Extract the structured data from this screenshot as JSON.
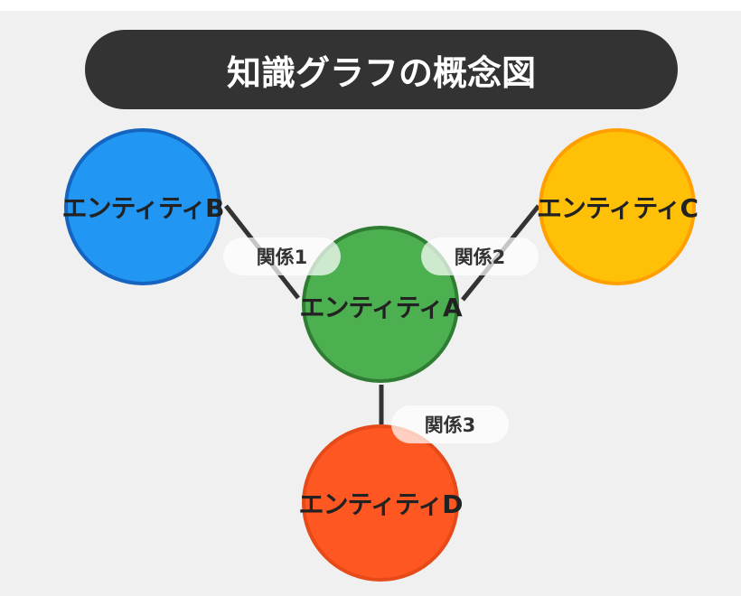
{
  "title": "知識グラフの概念図",
  "nodes": {
    "a": {
      "label": "エンティティA",
      "fill": "#4caf50",
      "stroke": "#2e7d32"
    },
    "b": {
      "label": "エンティティB",
      "fill": "#2196f3",
      "stroke": "#1565c0"
    },
    "c": {
      "label": "エンティティC",
      "fill": "#ffc107",
      "stroke": "#ffa000"
    },
    "d": {
      "label": "エンティティD",
      "fill": "#ff5722",
      "stroke": "#e64a19"
    }
  },
  "edges": [
    {
      "from": "エンティティB",
      "to": "エンティティA",
      "label": "関係1"
    },
    {
      "from": "エンティティC",
      "to": "エンティティA",
      "label": "関係2"
    },
    {
      "from": "エンティティA",
      "to": "エンティティD",
      "label": "関係3"
    }
  ],
  "colors": {
    "background": "#f0f0f0",
    "title_bar": "#333333",
    "edge_line": "#333333"
  }
}
